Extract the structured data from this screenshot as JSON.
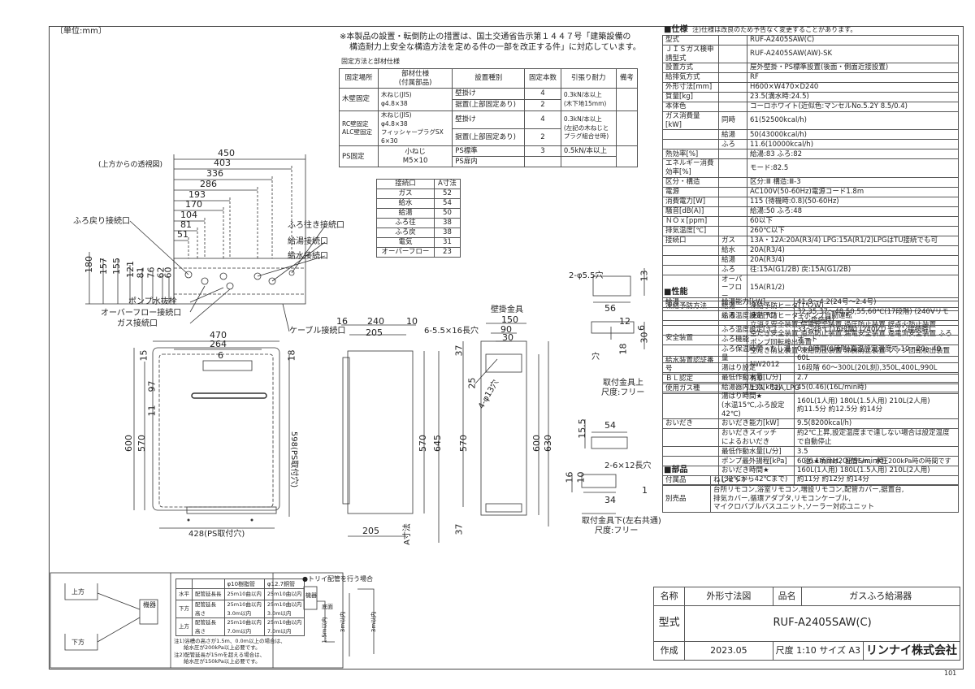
{
  "unit_note": "〔単位:mm〕",
  "notice": {
    "line1": "※本製品の設置・転倒防止の措置は、国土交通省告示第１４４７号「建築設備の",
    "line2": "構造耐力上安全な構造方法を定める件の一部を改正する件」に対応しています。"
  },
  "fix_table": {
    "title": "固定方法と部材仕様",
    "headers": [
      "固定場所",
      "部材仕様\n(付属部品)",
      "設置種別",
      "固定本数",
      "引張り耐力",
      "備考"
    ],
    "rows": [
      {
        "place": "木壁固定",
        "part": "木ねじ(JIS)\nφ4.8×38",
        "types": [
          "壁掛け",
          "据置(上部固定あり)"
        ],
        "counts": [
          "4",
          "2"
        ],
        "strength": "0.3kN/本以上\n(木下地15mm)"
      },
      {
        "place": "RC壁固定\nALC壁固定",
        "part": "木ねじ(JIS)\nφ4.8×38\nフィッシャープラグSX\n6×30",
        "types": [
          "壁掛け",
          "据置(上部固定あり)"
        ],
        "counts": [
          "4",
          "2"
        ],
        "strength": "0.3kN/本以上\n(左記の木ねじと\nプラグ組合せ時)"
      },
      {
        "place": "PS固定",
        "part": "小ねじ\nM5×10",
        "types": [
          "PS標準",
          "PS扉内"
        ],
        "counts": [
          "3",
          ""
        ],
        "strength": "0.5kN/本以上"
      }
    ]
  },
  "connection_table": {
    "headers": [
      "接続口",
      "A寸法"
    ],
    "rows": [
      [
        "ガス",
        "52"
      ],
      [
        "給水",
        "54"
      ],
      [
        "給湯",
        "50"
      ],
      [
        "ふろ往",
        "38"
      ],
      [
        "ふろ戻",
        "38"
      ],
      [
        "電気",
        "31"
      ],
      [
        "オーバーフロー",
        "23"
      ]
    ]
  },
  "top_view": {
    "caption": "(上方からの透視図)",
    "widths": [
      "450",
      "403",
      "336",
      "286",
      "193",
      "170",
      "104",
      "81",
      "51"
    ],
    "heights": [
      "180",
      "157",
      "155",
      "121",
      "81",
      "76",
      "62",
      "60"
    ],
    "labels": {
      "furo_return": "ふろ戻り接続口",
      "furo_go": "ふろ往き接続口",
      "hot": "給湯接続口",
      "water": "給水接続口",
      "pump_drain": "ポンプ水抜栓",
      "overflow": "オーバーフロー接続口",
      "gas": "ガス接続口",
      "cable": "ケーブル接続口"
    }
  },
  "front_view": {
    "w": "470",
    "w2": "264",
    "w3": "6",
    "d15": "15",
    "d18": "18",
    "d97": "97",
    "d11": "11",
    "h600": "600",
    "h570": "570",
    "ps_h": "598(PS取付穴)",
    "ps_w": "428(PS取付穴)"
  },
  "side_view": {
    "d16": "16",
    "d240": "240",
    "d205": "205",
    "d10": "10",
    "h570": "570",
    "h645": "645",
    "d205b": "205",
    "a_dim": "A寸法"
  },
  "bracket": {
    "title": "壁掛金具",
    "holes": "6-5.5×16長穴",
    "w150": "150",
    "w90": "90",
    "w30": "30",
    "d37": "37",
    "d25": "25",
    "d4phi": "4-φ13穴",
    "h570": "570",
    "h600": "600",
    "h630": "630",
    "d37b": "37"
  },
  "fitting_top": {
    "holes": "2-φ5.5穴",
    "d13": "13",
    "d56": "56",
    "d12": "12",
    "d6": "6",
    "d30": "30",
    "d18": "18",
    "hole_label": "穴",
    "title": "取付金具上",
    "size": "尺度:フリー"
  },
  "fitting_bottom": {
    "d54": "54",
    "d15_5": "15.5",
    "holes": "2-6×12長穴",
    "d16": "16",
    "d10": "10",
    "d34": "34",
    "d1": "1",
    "title": "取付金具下(左右共通)",
    "size": "尺度:フリー"
  },
  "specs": {
    "title": "■仕様",
    "note": "注)仕様は改良のため予告なく変更することがあります。",
    "rows": [
      [
        "型式",
        "",
        "RUF-A2405SAW(C)"
      ],
      [
        "ＪＩＳガス検申請型式",
        "",
        "RUF-A2405SAW(AW)-SK"
      ],
      [
        "設置方式",
        "",
        "屋外壁掛・PS標準設置(後面・側面近接設置)"
      ],
      [
        "給排気方式",
        "",
        "RF"
      ],
      [
        "外形寸法[mm]",
        "",
        "H600×W470×D240"
      ],
      [
        "質量[kg]",
        "",
        "23.5(満水時:24.5)"
      ],
      [
        "本体色",
        "",
        "コーロホワイト(近似色:マンセルNo.5.2Y 8.5/0.4)"
      ],
      [
        "ガス消費量[kW]",
        "同時",
        "61(52500kcal/h)"
      ],
      [
        "",
        "給湯",
        "50(43000kcal/h)"
      ],
      [
        "",
        "ふろ",
        "11.6(10000kcal/h)"
      ],
      [
        "熱効率[%]",
        "",
        "給湯:83 ふろ:82"
      ],
      [
        "エネルギー消費効率[%]",
        "",
        "モード:82.5"
      ],
      [
        "区分・構造",
        "",
        "区分:Ⅲ 構造:Ⅲ-3"
      ],
      [
        "電源",
        "",
        "AC100V(50-60Hz)電源コード1.8m"
      ],
      [
        "消費電力[W]",
        "",
        "115 (待機時:0.8)(50-60Hz)"
      ],
      [
        "騒音[dB(A)]",
        "",
        "給湯:50 ふろ:48"
      ],
      [
        "ＮＯｘ[ppm]",
        "",
        "60以下"
      ],
      [
        "排気温度[℃]",
        "",
        "260℃以下"
      ],
      [
        "接続口",
        "ガス",
        "13A・12A:20A(R3/4) LPG:15A(R1/2)LPGはTU接続でも可"
      ],
      [
        "",
        "給水",
        "20A(R3/4)"
      ],
      [
        "",
        "給湯",
        "20A(R3/4)"
      ],
      [
        "",
        "ふろ",
        "往:15A(G1/2B) 戻:15A(G1/2B)"
      ],
      [
        "",
        "オーバーフロー",
        "15A(R1/2)"
      ],
      [
        "凍結予防方法",
        "給湯",
        "凍結予防ヒータ(152W)"
      ],
      [
        "",
        "ふろ",
        "凍結予防ヒータ+ポンプ自動運転"
      ],
      [
        "安全装置",
        "",
        "立消え安全装置 停電安全装置 過圧防止装置 誤点火防止装置\n空だき安全装置 過熱防止装置 漏電安全装置 過電流安全装置 ふろポンプ回転検出装置\n空だき防止装置 凍結防止装置 沸騰防止装置 ファン回転検出装置"
      ],
      [
        "給水装置認証番号",
        "",
        "NW2012"
      ],
      [
        "ＢＬ認定",
        "",
        "有り"
      ],
      [
        "使用ガス種",
        "",
        "13A・12A,LPG"
      ]
    ]
  },
  "perf": {
    "title": "■性能",
    "rows": [
      [
        "給湯",
        "給湯能力[kW]",
        "41.9～4.2(24号～2.4号)"
      ],
      [
        "",
        "給湯温度設定[℃]",
        "32,35,37～48,50,55,60℃(17段階) (240Vリモコン接続時)"
      ],
      [
        "",
        "ふろ温度設定[℃]",
        "33～48℃(16段階) (240Vリモコン接続時)"
      ],
      [
        "",
        "ふろ機能",
        "オート"
      ],
      [
        "",
        "ふろ保温時間・たし湯量",
        "0～8時間(6段階)高温設定温度で 10・20・40・60L"
      ],
      [
        "",
        "湯はり設定",
        "16段階 60～300L(20L刻),350L,400L,990L"
      ],
      [
        "",
        "最低作動水量[L/分]",
        "2.7"
      ],
      [
        "",
        "給湯器内圧力[kPa]",
        "45(0.46)(16L/min時)"
      ],
      [
        "",
        "湯はり時間★\n(水温15℃,ふろ設定42℃)",
        "160L(1人用) 180L(1.5人用) 210L(2人用)\n約11.5分 約12.5分 約14分"
      ],
      [
        "おいだき",
        "おいだき能力[kW]",
        "9.5(8200kcal/h)"
      ],
      [
        "",
        "おいだきスイッチ\nによるおいだき",
        "約2℃上昇,設定温度まで達しない場合は設定温度で自動停止"
      ],
      [
        "",
        "最低作動水量[L/分]",
        "3.5"
      ],
      [
        "",
        "ポンプ最外揚程[kPa]",
        "60(6.1mmH2O)(5L/min時)"
      ],
      [
        "",
        "おいだき時間★\n(32℃から42℃まで)",
        "160L(1人用) 180L(1.5人用) 210L(2人用)\n約11分 約12分 約14分"
      ]
    ],
    "note": "注)★項目は、配管5m、水圧200kPa時の時間です"
  },
  "parts": {
    "title": "■部品",
    "rows": [
      [
        "付属品",
        "ねじセット"
      ],
      [
        "別売品",
        "台所リモコン,浴室リモコン,増設リモコン,配管カバー,据置台,\n排気カバー,循環アダプタ,リモコンケーブル,\nマイクロバブルバスユニット,ソーラー対応ユニット"
      ]
    ]
  },
  "pipe_table": {
    "headers": [
      "",
      "",
      "φ10樹脂管",
      "φ12.7銅管"
    ],
    "rows": [
      [
        "水平",
        "配管延長長",
        "25m10曲以内",
        "25m10曲以内"
      ],
      [
        "下方",
        "配管延長\n高さ",
        "25m10曲以内\n3.0m以内",
        "25m10曲以内\n3.0m以内"
      ],
      [
        "上方",
        "配管延長\n高さ",
        "25m10曲以内\n7.0m以内",
        "25m10曲以内\n7.0m以内"
      ]
    ],
    "note1": "注1)浴槽の高さが1.5m、0.0m以上の場合は、",
    "note1b": "給水圧が200kPa以上必要です。",
    "note2": "注2)配管延長が15mを超える場合は、",
    "note2b": "給水圧が150kPa以上必要です。",
    "labels": {
      "upper": "上方",
      "lower": "下方",
      "unit": "機器"
    }
  },
  "trap": {
    "title": "●トリイ配管を行う場合",
    "unit": "機器",
    "base": "底面",
    "l1": "1.5m以内",
    "l2": "3m以内",
    "l3": "3m以内"
  },
  "title_block": {
    "name_label": "名称",
    "name_value": "外形寸法図",
    "product_label": "品名",
    "product_value": "ガスふろ給湯器",
    "model_label": "型式",
    "model_value": "RUF-A2405SAW(C)",
    "created_label": "作成",
    "created_value": "2023.05",
    "scale_label": "尺度",
    "scale_value": "1:10",
    "size_label": "サイズ",
    "size_value": "A3",
    "company": "リンナイ株式会社",
    "page_no": "101"
  }
}
